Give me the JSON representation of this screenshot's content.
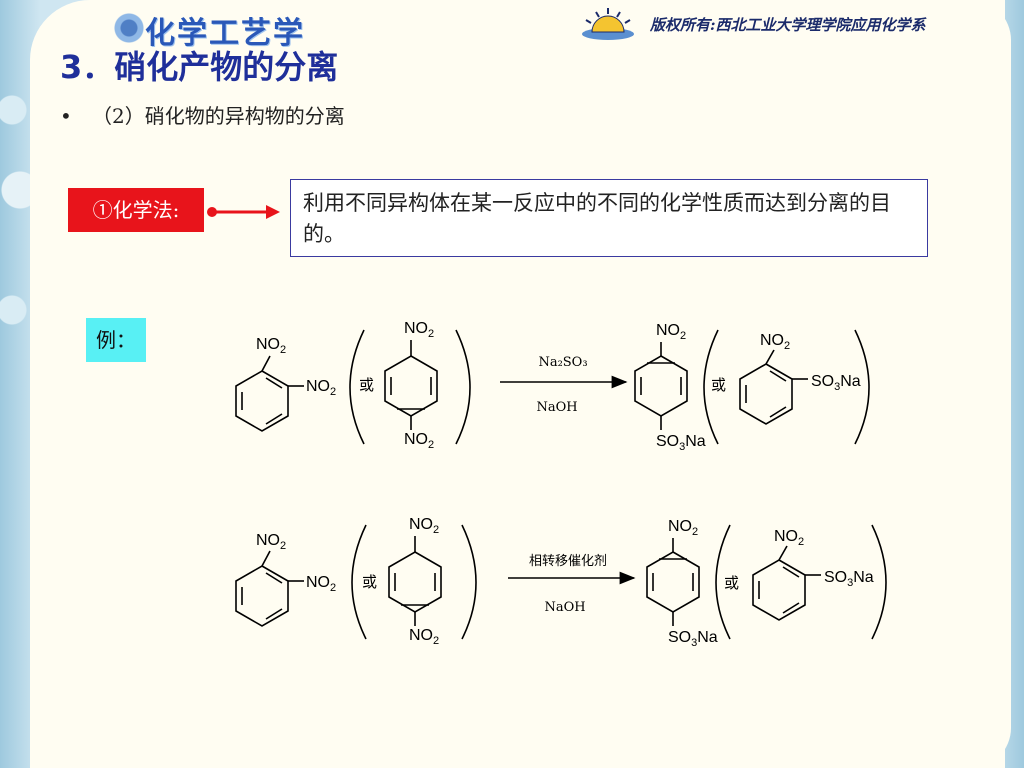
{
  "header": {
    "logo_text": "化学工艺学",
    "copyright_text": "版权所有:西北工业大学理学院应用化学系"
  },
  "slide": {
    "heading": "3．硝化产物的分离",
    "bullet_marker": "•",
    "bullet_text": "（2）硝化物的异构物的分离",
    "method_label": "①化学法:",
    "definition": "利用不同异构体在某一反应中的不同的化学性质而达到分离的目的。",
    "example_label": "例："
  },
  "reactions": [
    {
      "or_label": "或",
      "reagent_top": "Na₂SO₃",
      "reagent_bottom": "NaOH",
      "product_or": "或"
    },
    {
      "or_label": "或",
      "reagent_top": "相转移催化剂",
      "reagent_bottom": "NaOH",
      "product_or": "或"
    }
  ],
  "labels": {
    "no2": "NO",
    "sub2": "2",
    "so3": "SO",
    "sub3": "3",
    "na": "Na"
  },
  "colors": {
    "heading": "#1f2f9a",
    "method_bg": "#e8141b",
    "example_bg": "#58f0f4",
    "box_border": "#3a3aa0"
  }
}
